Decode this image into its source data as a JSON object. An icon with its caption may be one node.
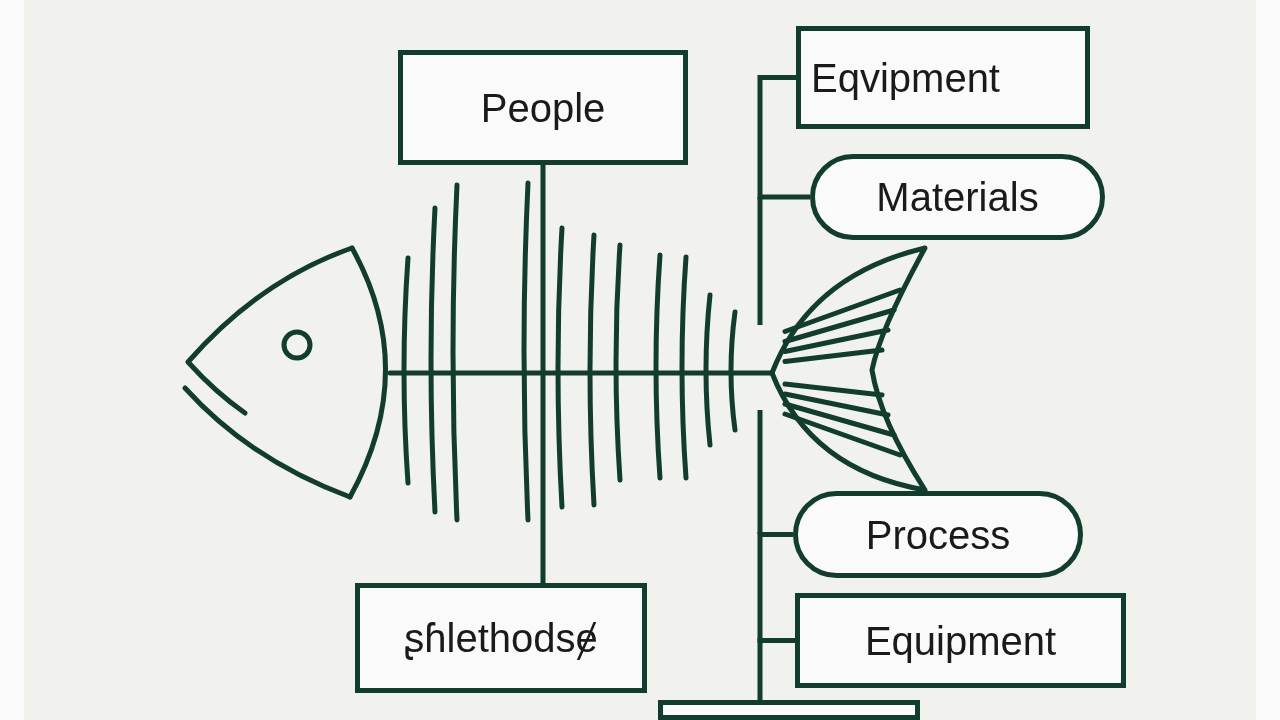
{
  "diagram": {
    "nodes": [
      {
        "text": [
          "People"
        ]
      },
      {
        "text": [
          "Eqvipment"
        ]
      },
      {
        "text": [
          "Materials"
        ]
      },
      {
        "text": [
          "Process"
        ]
      },
      {
        "text": [
          "Equipment"
        ]
      },
      {
        "text": [
          "ʂɦlethodsɇ"
        ]
      },
      {
        "text": [],
        "shape": "box"
      }
    ],
    "edges": [
      {
        "from": 0,
        "to": 5,
        "arrow": "none"
      },
      {
        "from": 1,
        "to": 2,
        "arrow": "none"
      },
      {
        "from": 3,
        "to": 4,
        "arrow": "none"
      },
      {
        "from": 4,
        "to": 6,
        "arrow": "none"
      }
    ]
  }
}
